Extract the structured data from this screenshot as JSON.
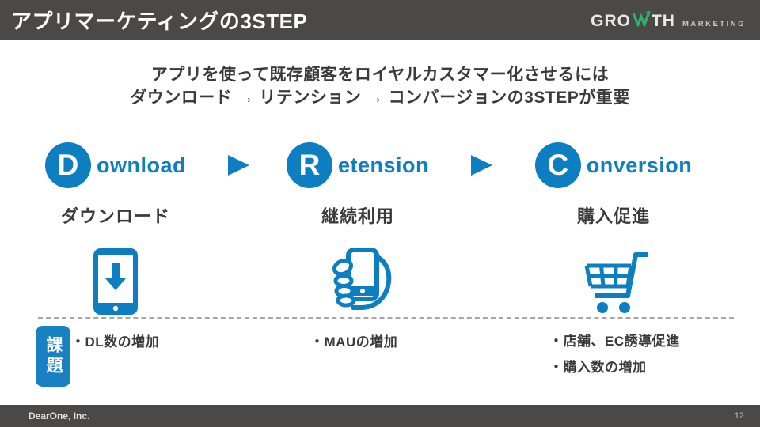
{
  "slide": {
    "title": "アプリマーケティングの3STEP",
    "logo": {
      "part1": "GRO",
      "part2": "TH",
      "sub": "MARKETING",
      "accent_color": "#2bb273"
    },
    "subtitle_line1": "アプリを使って既存顧客をロイヤルカスタマー化させるには",
    "subtitle_line2": "ダウンロード → リテンション → コンバージョンの3STEPが重要",
    "steps": [
      {
        "initial": "D",
        "rest": "ownload",
        "label": "ダウンロード",
        "icon": "phone-download-icon",
        "issues": [
          "・DL数の増加"
        ]
      },
      {
        "initial": "R",
        "rest": "etension",
        "label": "継続利用",
        "icon": "hand-holding-phone-icon",
        "issues": [
          "・MAUの増加"
        ]
      },
      {
        "initial": "C",
        "rest": "onversion",
        "label": "購入促進",
        "icon": "shopping-cart-icon",
        "issues": [
          "・店舗、EC誘導促進",
          "・購入数の増加"
        ]
      }
    ],
    "issue_label": "課題",
    "footer": {
      "company": "DearOne, Inc.",
      "page_number": "12"
    },
    "colors": {
      "accent_blue": "#0d7ec2",
      "tag_blue": "#1a80c4",
      "header_bg": "#4a4947",
      "text_dark": "#3a3a3a",
      "logo_green": "#2bb273"
    }
  }
}
